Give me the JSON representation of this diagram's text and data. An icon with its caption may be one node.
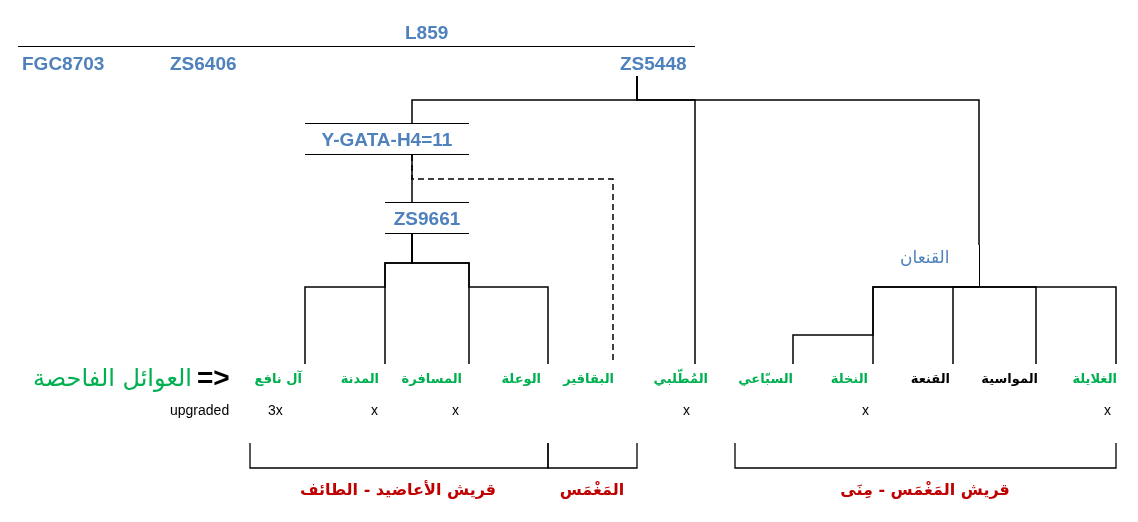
{
  "diagram": {
    "nodes": [
      {
        "text": [
          "L859"
        ]
      },
      {
        "text": [
          "ZS5448"
        ]
      },
      {
        "text": [
          "Y-GATA-H4=11"
        ]
      },
      {
        "text": [
          "ZS9661"
        ]
      },
      {
        "text": [
          "القنعان"
        ]
      },
      {
        "text": [
          "آل نافع"
        ],
        "beside": [
          "3x"
        ]
      },
      {
        "text": [
          "المدنة"
        ],
        "beside": [
          "x"
        ]
      },
      {
        "text": [
          "المسافرة"
        ],
        "beside": [
          "x"
        ]
      },
      {
        "text": [
          "الوعلة"
        ]
      },
      {
        "text": [
          "البقاقير"
        ]
      },
      {
        "text": [
          "المُطّلبي"
        ],
        "beside": [
          "x"
        ]
      },
      {
        "text": [
          "السبّاعي"
        ]
      },
      {
        "text": [
          "النخلة"
        ],
        "beside": [
          "x"
        ]
      },
      {
        "text": [
          "القنعة"
        ]
      },
      {
        "text": [
          "المواسية"
        ]
      },
      {
        "text": [
          "الغلايلة"
        ],
        "beside": [
          "x"
        ]
      }
    ],
    "edges": [
      {
        "from": 1,
        "to": 2,
        "arrow": "none"
      },
      {
        "from": 1,
        "to": 10,
        "arrow": "none"
      },
      {
        "from": 1,
        "to": 4,
        "arrow": "none"
      },
      {
        "from": 2,
        "to": 3,
        "arrow": "none"
      },
      {
        "from": 2,
        "to": 9,
        "arrow": "none",
        "style": "dashed"
      },
      {
        "from": 3,
        "to": 5,
        "arrow": "none"
      },
      {
        "from": 3,
        "to": 6,
        "arrow": "none"
      },
      {
        "from": 3,
        "to": 7,
        "arrow": "none"
      },
      {
        "from": 3,
        "to": 8,
        "arrow": "none"
      },
      {
        "from": 4,
        "to": 11,
        "arrow": "none"
      },
      {
        "from": 4,
        "to": 12,
        "arrow": "none"
      },
      {
        "from": 4,
        "to": 13,
        "arrow": "none"
      },
      {
        "from": 4,
        "to": 14,
        "arrow": "none"
      },
      {
        "from": 4,
        "to": 15,
        "arrow": "none"
      }
    ],
    "labels": [
      "FGC8703",
      "ZS6406",
      "العوائل الفاحصة",
      "=>",
      "upgraded",
      "قريش الأعاضيد - الطائف",
      "المَغْمَس",
      "قريش المَغْمَس - مِنَى"
    ]
  }
}
